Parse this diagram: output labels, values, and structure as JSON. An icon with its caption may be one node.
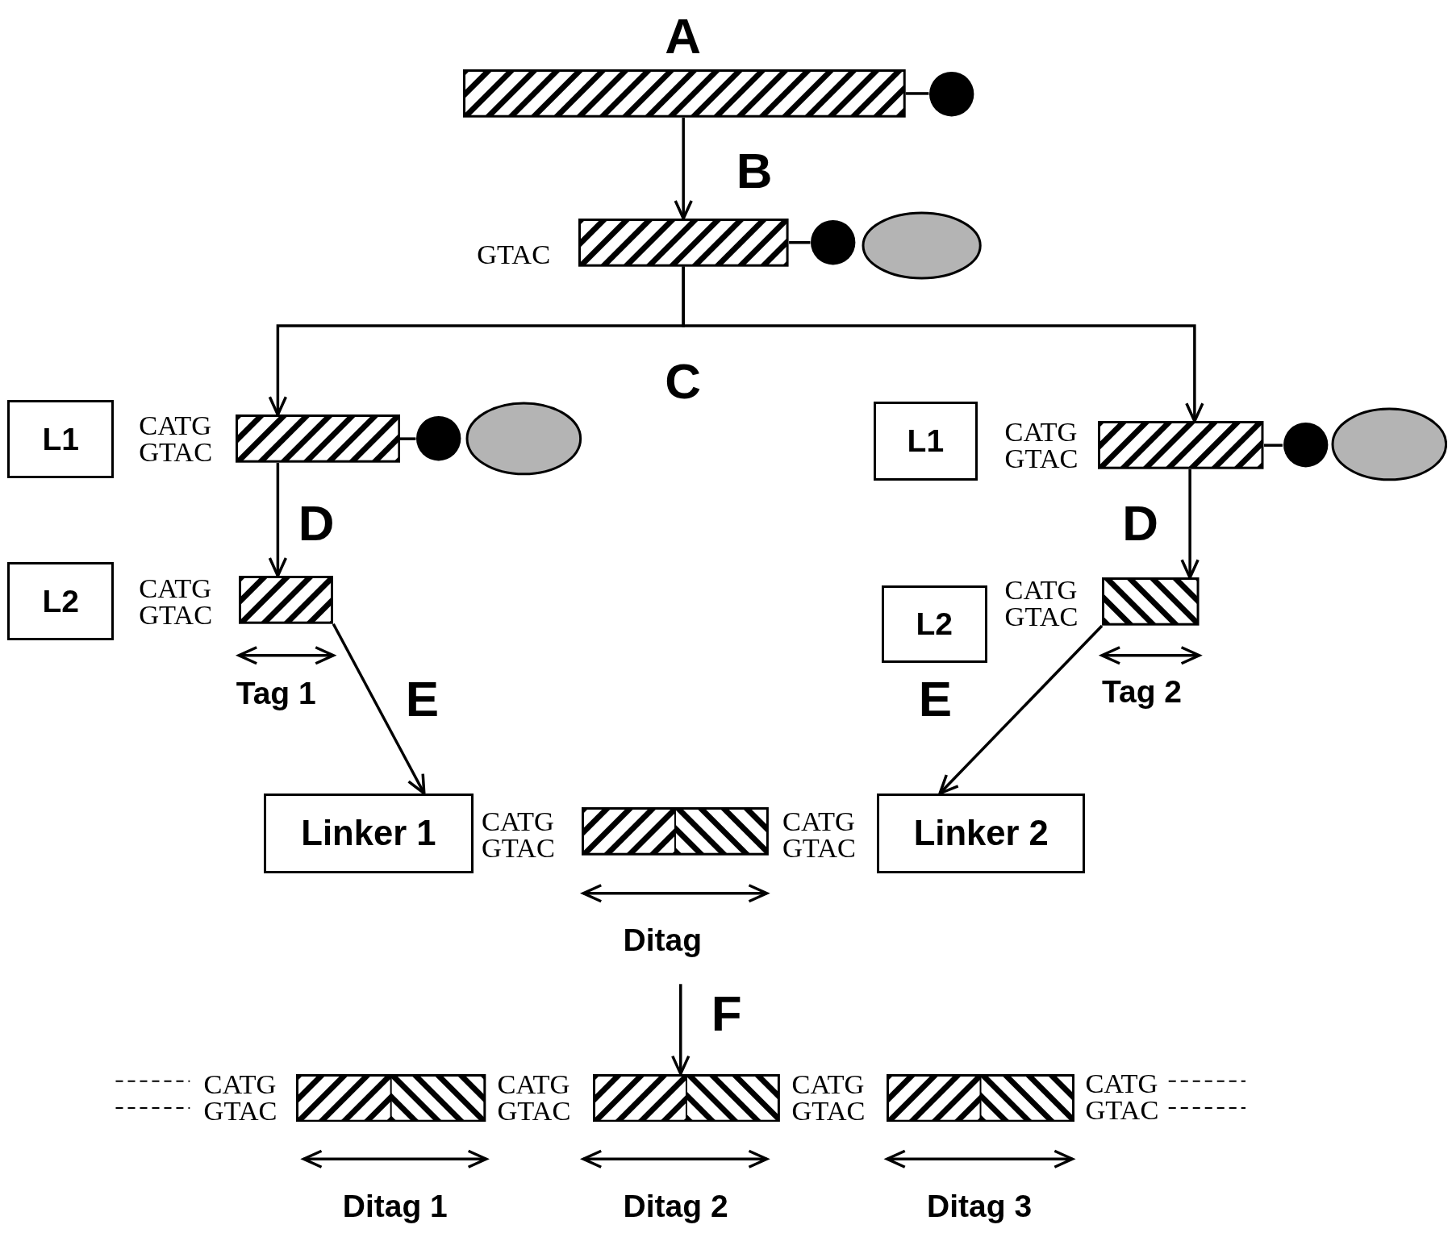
{
  "diagram": {
    "nodes": [
      {
        "text": [],
        "shape": "bar",
        "beside": [
          "A"
        ]
      },
      {
        "text": [],
        "shape": "circle"
      },
      {
        "text": [],
        "shape": "bar",
        "beside": [
          "GTAC"
        ]
      },
      {
        "text": [],
        "shape": "circle"
      },
      {
        "text": [],
        "shape": "ellipse"
      },
      {
        "text": [
          "L1"
        ]
      },
      {
        "text": [],
        "shape": "bar",
        "beside": [
          "CATG",
          "GTAC"
        ]
      },
      {
        "text": [],
        "shape": "circle"
      },
      {
        "text": [],
        "shape": "ellipse"
      },
      {
        "text": [
          "L1"
        ]
      },
      {
        "text": [],
        "shape": "bar",
        "beside": [
          "CATG",
          "GTAC"
        ]
      },
      {
        "text": [],
        "shape": "circle"
      },
      {
        "text": [],
        "shape": "ellipse"
      },
      {
        "text": [
          "L2"
        ]
      },
      {
        "text": [],
        "shape": "bar",
        "beside": [
          "CATG",
          "GTAC"
        ]
      },
      {
        "text": [
          "L2"
        ]
      },
      {
        "text": [],
        "shape": "bar",
        "beside": [
          "CATG",
          "GTAC"
        ]
      },
      {
        "text": [
          "Linker 1"
        ]
      },
      {
        "text": [],
        "shape": "bar",
        "beside": [
          "CATG",
          "GTAC",
          "CATG",
          "GTAC"
        ]
      },
      {
        "text": [
          "Linker 2"
        ]
      },
      {
        "text": [],
        "shape": "bar",
        "beside": [
          "CATG",
          "GTAC"
        ]
      },
      {
        "text": [],
        "shape": "bar",
        "beside": [
          "CATG",
          "GTAC"
        ]
      },
      {
        "text": [],
        "shape": "bar",
        "beside": [
          "CATG",
          "GTAC",
          "CATG",
          "GTAC"
        ]
      }
    ],
    "edges": [
      {
        "from": 0,
        "to": 1,
        "arrow": "none"
      },
      {
        "from": 0,
        "to": 2,
        "arrow": "to",
        "label": "B"
      },
      {
        "from": 2,
        "to": 3,
        "arrow": "none"
      },
      {
        "from": 2,
        "to": 6,
        "arrow": "to"
      },
      {
        "from": 2,
        "to": 10,
        "arrow": "to"
      },
      {
        "from": 6,
        "to": 7,
        "arrow": "none"
      },
      {
        "from": 10,
        "to": 11,
        "arrow": "none"
      },
      {
        "from": 6,
        "to": 14,
        "arrow": "to",
        "label": "D"
      },
      {
        "from": 10,
        "to": 16,
        "arrow": "to",
        "label": "D"
      },
      {
        "from": 14,
        "to": 17,
        "arrow": "to",
        "label": "E"
      },
      {
        "from": 16,
        "to": 19,
        "arrow": "to",
        "label": "E"
      },
      {
        "from": null,
        "to": 21,
        "arrow": "to",
        "label": "F"
      }
    ],
    "labels": [
      "C",
      "Tag 1",
      "Tag 2",
      "Ditag",
      "Ditag 1",
      "Ditag 2",
      "Ditag 3"
    ]
  }
}
